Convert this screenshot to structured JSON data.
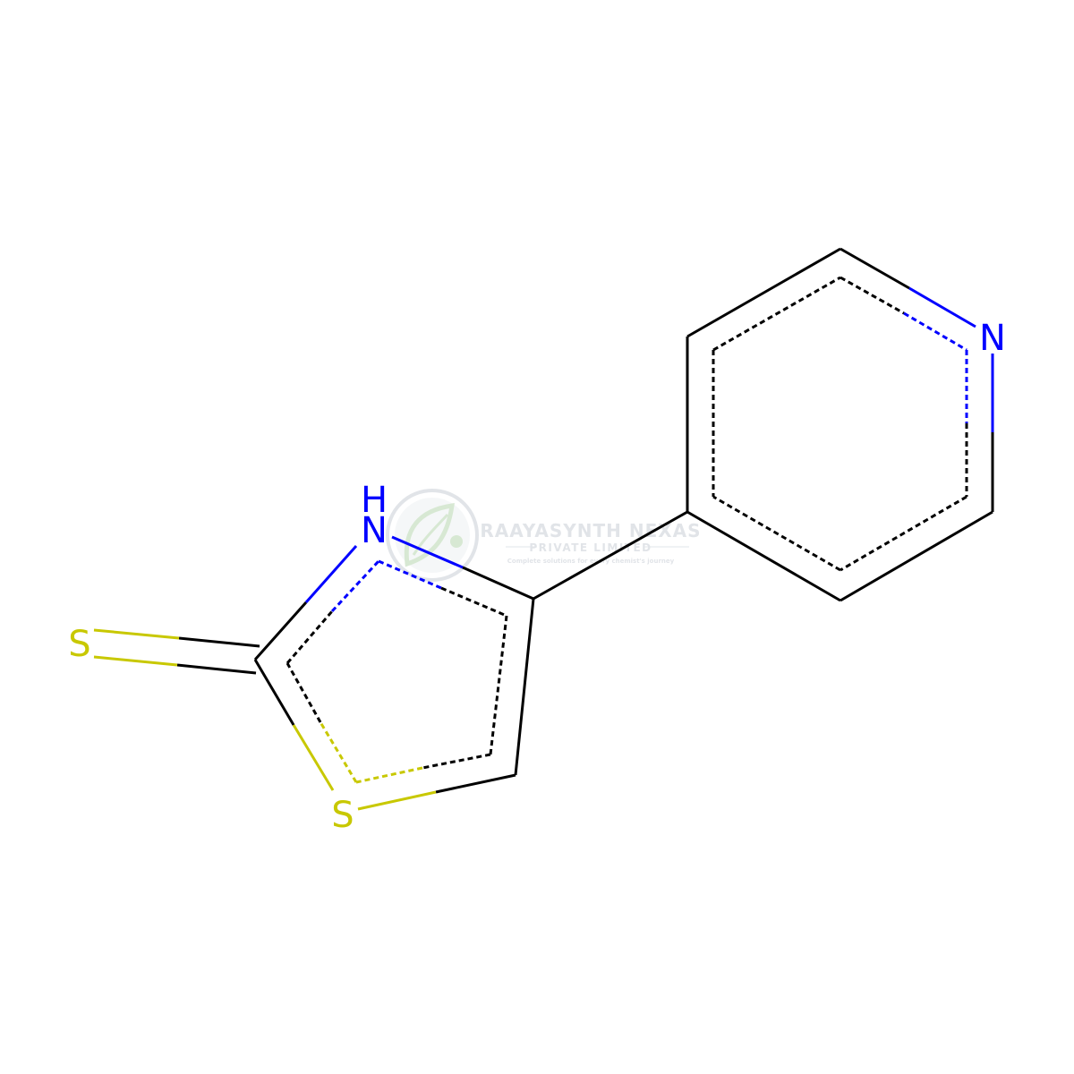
{
  "molecule": {
    "atom_labels": {
      "thione_s": "S",
      "ring_s": "S",
      "ring_nh_h": "H",
      "ring_nh_n": "N",
      "pyridine_n": "N"
    },
    "colors": {
      "carbon_bond": "#000000",
      "nitrogen": "#0000ff",
      "sulfur": "#c8c800",
      "background": "#ffffff"
    }
  },
  "watermark": {
    "company": "RAAYASYNTH NEXAS",
    "subtitle": "PRIVATE LIMITED",
    "tagline": "Complete solutions for every chemist's journey",
    "color": "#c9ced6",
    "logo_icon": "leaf-molecule-logo"
  }
}
